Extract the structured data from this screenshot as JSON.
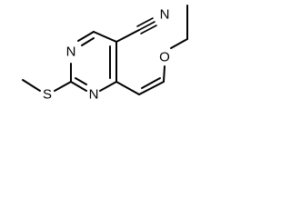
{
  "molecule": {
    "atoms": {
      "n_top": "N",
      "n_bottom": "N",
      "sulfur": "S",
      "oxygen": "O",
      "nitrile_n": "N"
    }
  }
}
